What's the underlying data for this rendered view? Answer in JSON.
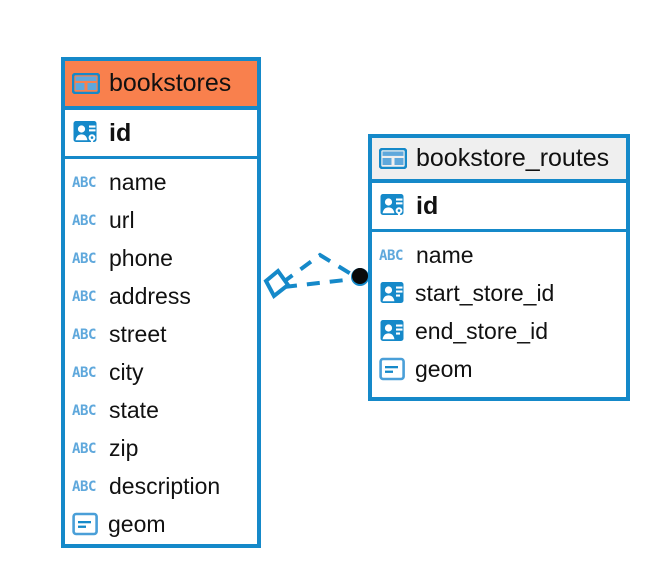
{
  "diagram": {
    "kind": "entity-relationship-diagram",
    "background": "#ffffff",
    "accent_blue": "#1589c9",
    "highlight_orange": "#f9804d",
    "header_gray": "#efefef",
    "text_color": "#111111"
  },
  "tables": [
    {
      "id": "bookstores",
      "title": "bookstores",
      "header_color": "#f9804d",
      "selected": true,
      "primary_key": {
        "name": "id",
        "icon": "primary-key-icon"
      },
      "fields": [
        {
          "name": "name",
          "icon": "abc-text-icon"
        },
        {
          "name": "url",
          "icon": "abc-text-icon"
        },
        {
          "name": "phone",
          "icon": "abc-text-icon"
        },
        {
          "name": "address",
          "icon": "abc-text-icon"
        },
        {
          "name": "street",
          "icon": "abc-text-icon"
        },
        {
          "name": "city",
          "icon": "abc-text-icon"
        },
        {
          "name": "state",
          "icon": "abc-text-icon"
        },
        {
          "name": "zip",
          "icon": "abc-text-icon"
        },
        {
          "name": "description",
          "icon": "abc-text-icon"
        },
        {
          "name": "geom",
          "icon": "geometry-icon"
        }
      ]
    },
    {
      "id": "bookstore_routes",
      "title": "bookstore_routes",
      "header_color": "#efefef",
      "selected": false,
      "primary_key": {
        "name": "id",
        "icon": "primary-key-icon"
      },
      "fields": [
        {
          "name": "name",
          "icon": "abc-text-icon"
        },
        {
          "name": "start_store_id",
          "icon": "foreign-key-icon"
        },
        {
          "name": "end_store_id",
          "icon": "foreign-key-icon"
        },
        {
          "name": "geom",
          "icon": "geometry-icon"
        }
      ]
    }
  ],
  "relationship": {
    "style": "dashed",
    "color": "#1589c9",
    "source_endpoint": "diamond-endpoint",
    "target_endpoint": "circle-endpoint",
    "line_count": 2
  }
}
